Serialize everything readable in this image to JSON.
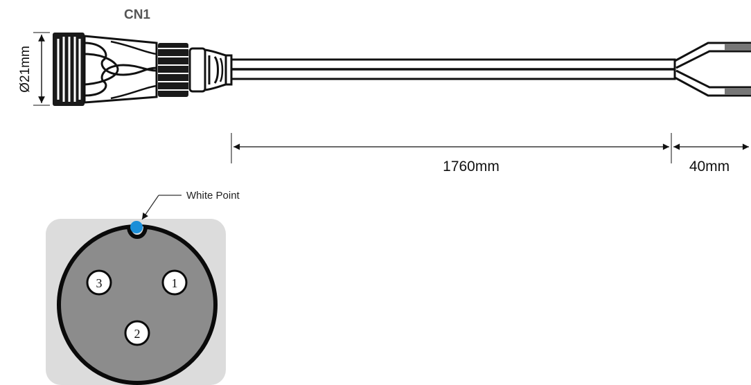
{
  "connector": {
    "title": "CN1",
    "diameter_label": "Ø21mm",
    "cable_length_label": "1760mm",
    "strip_length_label": "40mm"
  },
  "pinout": {
    "marker_label": "White Point",
    "marker_color": "#1c8fd8",
    "pins": [
      {
        "number": "1"
      },
      {
        "number": "2"
      },
      {
        "number": "3"
      }
    ]
  }
}
